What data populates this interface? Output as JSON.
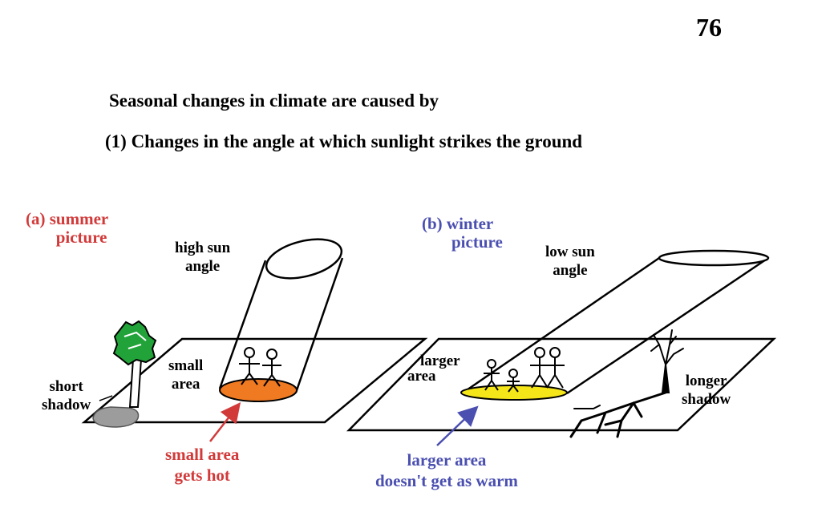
{
  "page_number": "76",
  "heading": "Seasonal changes in climate are caused by",
  "subheading": "(1) Changes in the angle at which sunlight strikes the ground",
  "summer": {
    "title_line1": "(a) summer",
    "title_line2": "picture",
    "sun_label_line1": "high sun",
    "sun_label_line2": "angle",
    "area_label_line1": "small",
    "area_label_line2": "area",
    "shadow_label_line1": "short",
    "shadow_label_line2": "shadow",
    "callout_line1": "small area",
    "callout_line2": "gets hot",
    "spot_color": "#f07a22",
    "title_color": "#d23a3a"
  },
  "winter": {
    "title_line1": "(b) winter",
    "title_line2": "picture",
    "sun_label_line1": "low sun",
    "sun_label_line2": "angle",
    "area_label_line1": "larger",
    "area_label_line2": "area",
    "shadow_label_line1": "longer",
    "shadow_label_line2": "shadow",
    "callout_line1": "larger area",
    "callout_line2": "doesn't get as warm",
    "spot_color": "#f5e61a",
    "title_color": "#4a4fb0"
  }
}
